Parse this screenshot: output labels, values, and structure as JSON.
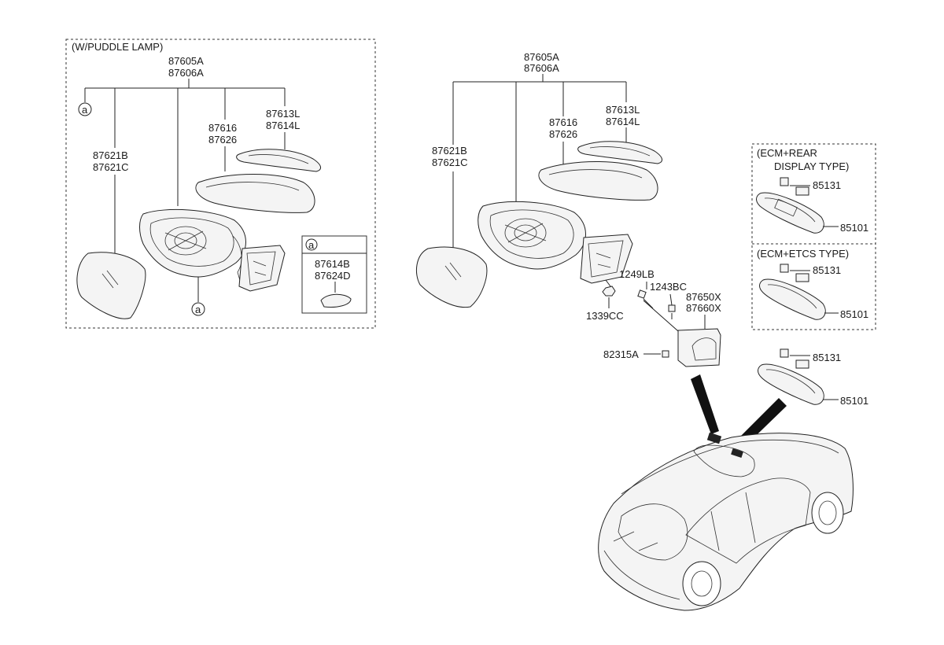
{
  "left_group": {
    "title": "(W/PUDDLE LAMP)",
    "assembly": [
      "87605A",
      "87606A"
    ],
    "glass": [
      "87621B",
      "87621C"
    ],
    "cover": [
      "87616",
      "87626"
    ],
    "lamp": [
      "87613L",
      "87614L"
    ],
    "ref_marker": "a",
    "inset": {
      "marker": "a",
      "parts": [
        "87614B",
        "87624D"
      ]
    }
  },
  "center_group": {
    "assembly": [
      "87605A",
      "87606A"
    ],
    "glass": [
      "87621B",
      "87621C"
    ],
    "cover": [
      "87616",
      "87626"
    ],
    "lamp": [
      "87613L",
      "87614L"
    ],
    "nut": "1339CC",
    "bolt1": "1249LB",
    "bolt2": "1243BC",
    "cover_panel": [
      "87650X",
      "87660X"
    ],
    "screw": "82315A"
  },
  "right_group": {
    "ecm_rear": {
      "title": [
        "(ECM+REAR",
        "DISPLAY TYPE)"
      ],
      "cover": "85131",
      "mirror": "85101"
    },
    "ecm_etcs": {
      "title": "(ECM+ETCS TYPE)",
      "cover": "85131",
      "mirror": "85101"
    },
    "standard": {
      "cover": "85131",
      "mirror": "85101"
    }
  }
}
